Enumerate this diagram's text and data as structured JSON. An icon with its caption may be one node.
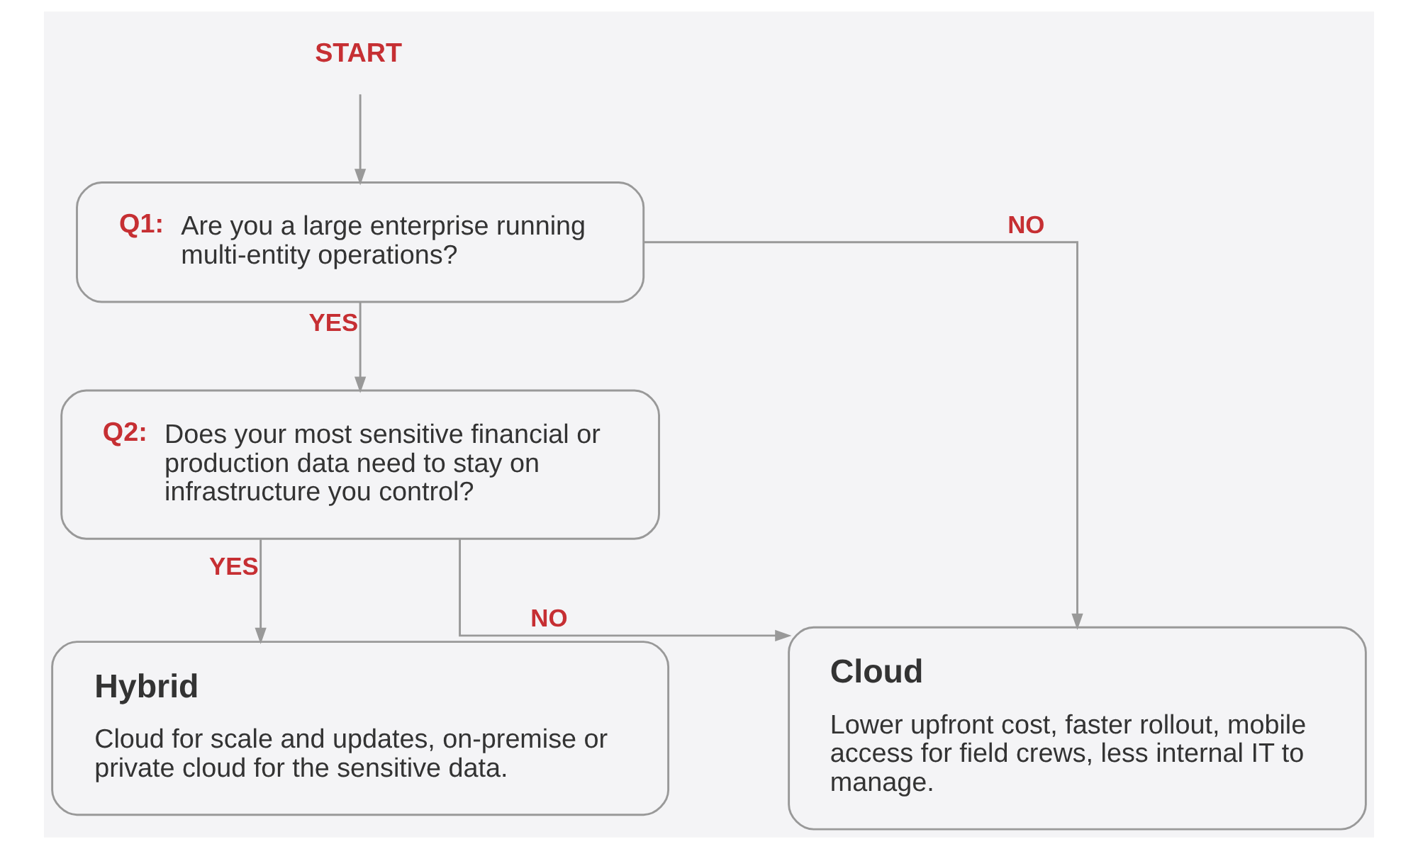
{
  "diagram": {
    "nodes": [
      {
        "text": [
          "START"
        ]
      },
      {
        "text": [
          "Q1:",
          "Are you a large enterprise running multi-entity operations?"
        ]
      },
      {
        "text": [
          "Q2:",
          "Does your most sensitive financial or production data need to stay on infrastructure you control?"
        ]
      },
      {
        "text": [
          "Hybrid",
          "Cloud for scale and updates, on-premise or private cloud for the sensitive data."
        ]
      },
      {
        "text": [
          "Cloud",
          "Lower upfront cost, faster rollout, mobile access for field crews, less internal IT to manage."
        ]
      }
    ],
    "edges": [
      {
        "from": 0,
        "to": 1,
        "arrow": "to"
      },
      {
        "from": 1,
        "to": 2,
        "arrow": "to",
        "label": "YES"
      },
      {
        "from": 2,
        "to": 3,
        "arrow": "to",
        "label": "YES"
      },
      {
        "from": 1,
        "to": 4,
        "arrow": "to",
        "label": "NO"
      },
      {
        "from": 2,
        "to": 4,
        "arrow": "to",
        "label": "NO"
      }
    ]
  }
}
